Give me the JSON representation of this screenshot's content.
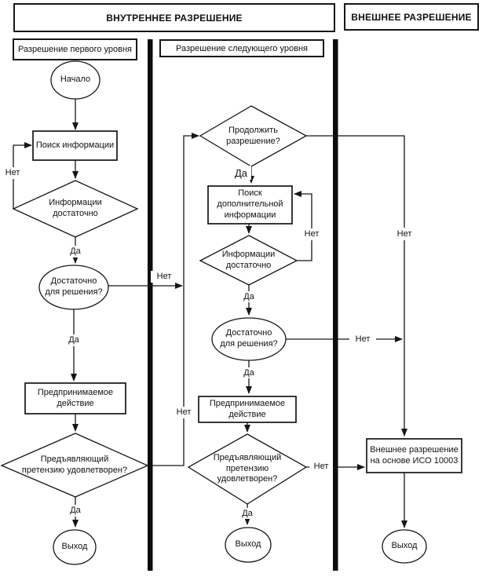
{
  "diagram": {
    "headers": {
      "internal": "ВНУТРЕННЕЕ РАЗРЕШЕНИЕ",
      "external": "ВНЕШНЕЕ РАЗРЕШЕНИЕ",
      "lane1": "Разрешение первого уровня",
      "lane2": "Разрешение следующего уровня"
    },
    "lane1": {
      "start": "Начало",
      "search_info": "Поиск информации",
      "info_sufficient": "Информации\nдостаточно",
      "sufficient_for_decision": "Достаточно\nдля решения?",
      "action_taken": "Предпринимаемое\nдействие",
      "claimant_satisfied": "Предъявляющий\nпретензию удовлетворен?",
      "exit": "Выход"
    },
    "lane2": {
      "continue_resolution": "Продолжить\nразрешение?",
      "search_additional_info": "Поиск\nдополнительной\nинформации",
      "info_sufficient": "Информации\nдостаточно",
      "sufficient_for_decision": "Достаточно\nдля решения?",
      "action_taken": "Предпринимаемое\nдействие",
      "claimant_satisfied": "Предъявляющий\nпретензию\nудовлетворен?",
      "exit": "Выход"
    },
    "lane3": {
      "external_resolution": "Внешнее разрешение\nна основе ИСО 10003",
      "exit": "Выход"
    },
    "labels": {
      "yes": "Да",
      "no": "Нет"
    }
  }
}
